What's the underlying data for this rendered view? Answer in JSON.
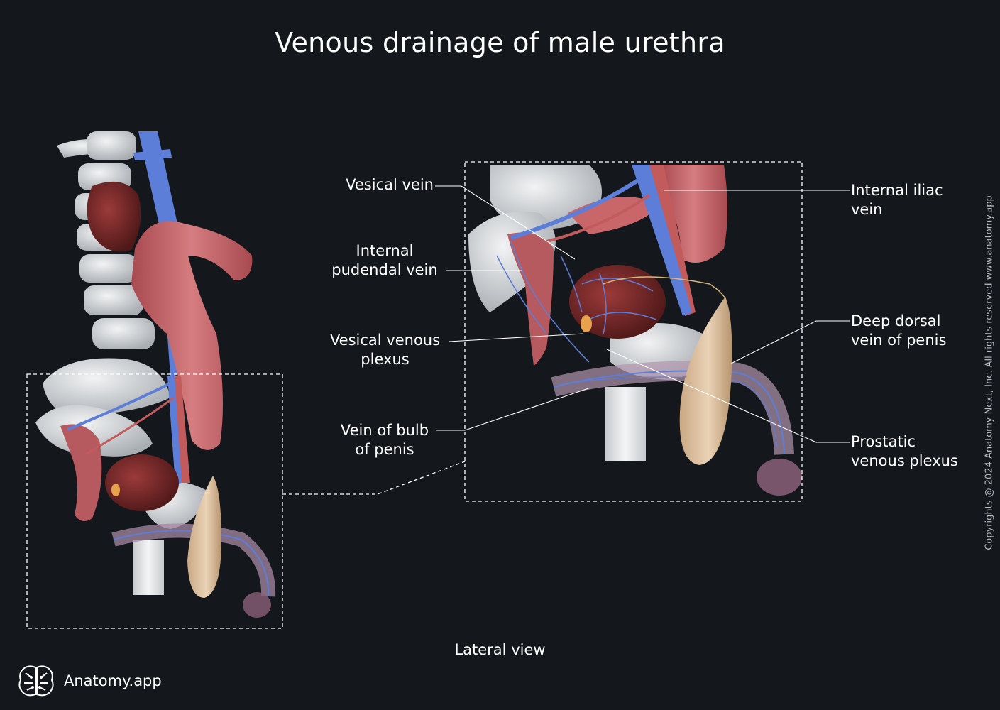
{
  "title": "Venous drainage of male urethra",
  "view_label": "Lateral view",
  "labels": {
    "vesical_vein": "Vesical vein",
    "internal_pudendal_vein": [
      "Internal",
      "pudendal vein"
    ],
    "vesical_venous_plexus": [
      "Vesical venous",
      "plexus"
    ],
    "vein_of_bulb_of_penis": [
      "Vein of bulb",
      "of penis"
    ],
    "internal_iliac_vein": [
      "Internal iliac",
      "vein"
    ],
    "deep_dorsal_vein_of_penis": [
      "Deep dorsal",
      "vein of penis"
    ],
    "prostatic_venous_plexus": [
      "Prostatic",
      "venous plexus"
    ]
  },
  "copyright": "Copyrights @ 2024 Anatomy Next, Inc. All rights reserved www.anatomy.app",
  "brand": {
    "name": "Anatomy.app",
    "icon": "brain-logo-icon"
  },
  "colors": {
    "background": "#14171c",
    "vein_blue": "#5d7ed8",
    "artery_red": "#c25b5b",
    "colon_pink": "#c8666a",
    "bone_white": "#d9dcde",
    "bladder_dark_red": "#7a2a2b",
    "testis_beige": "#d9bd9c"
  }
}
